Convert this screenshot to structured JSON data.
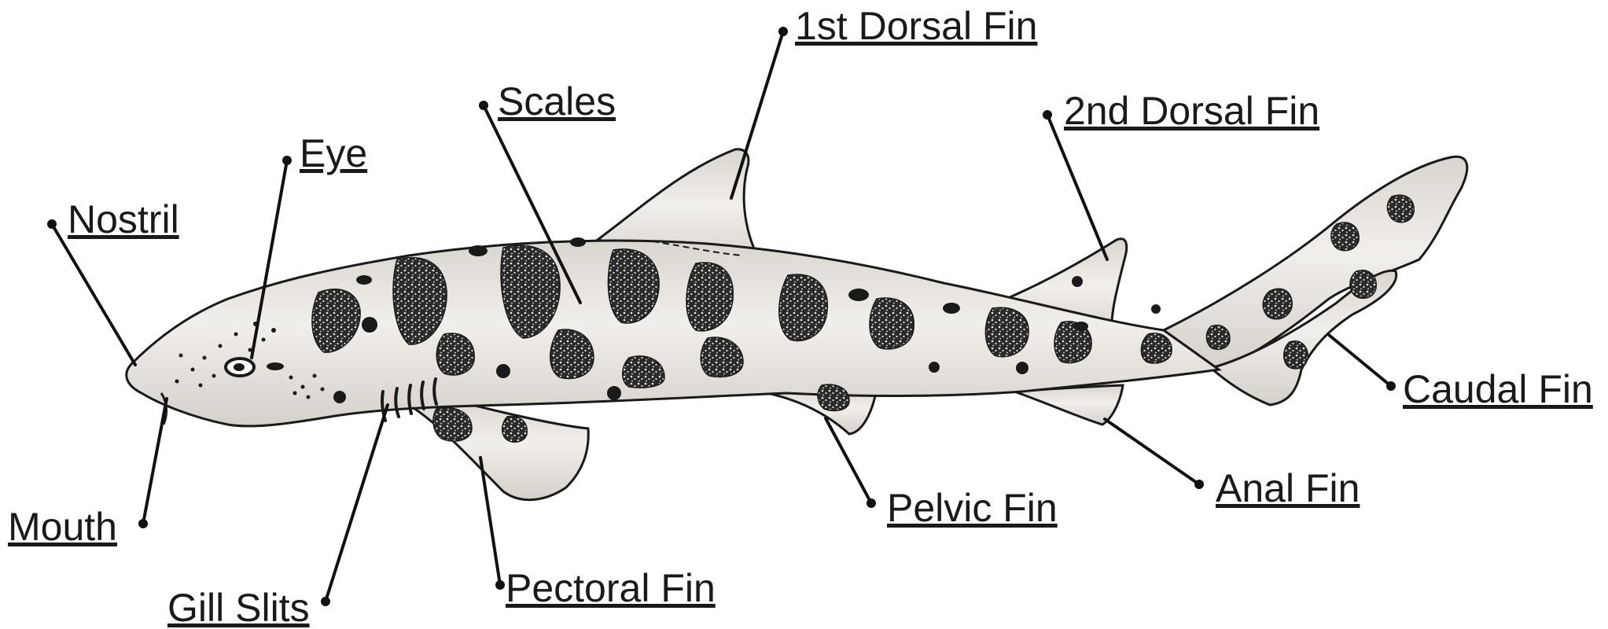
{
  "labels": {
    "first_dorsal_fin": "1st Dorsal Fin",
    "scales": "Scales",
    "second_dorsal_fin": "2nd Dorsal Fin",
    "eye": "Eye",
    "nostril": "Nostril",
    "caudal_fin": "Caudal Fin",
    "anal_fin": "Anal Fin",
    "pelvic_fin": "Pelvic Fin",
    "mouth": "Mouth",
    "pectoral_fin": "Pectoral Fin",
    "gill_slits": "Gill Slits"
  },
  "colors": {
    "outline": "#1a1a1a",
    "body_fill": "#e9e6e1",
    "spot_fill": "#2b2b2b",
    "background": "#ffffff"
  }
}
